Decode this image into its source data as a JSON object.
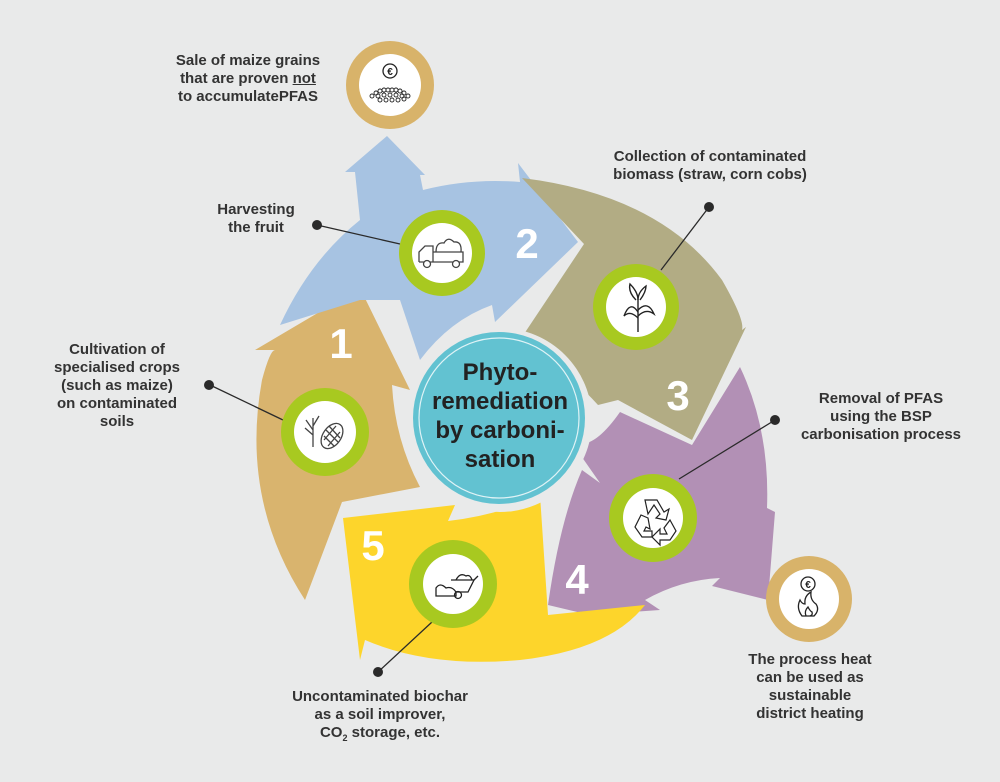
{
  "title": "Phyto-remediation by carbonisation",
  "colors": {
    "background": "#e9eaea",
    "step1": "#d9b46e",
    "step2": "#a7c3e2",
    "step3": "#b2ac84",
    "step4": "#b290b5",
    "step5": "#fdd52b",
    "center": "#62c2d1",
    "icon_ring_green": "#a8c920",
    "output_ring_gold": "#d8b36a",
    "text": "#333333"
  },
  "center": {
    "lines": [
      "Phyto-",
      "remediation",
      "by carboni-",
      "sation"
    ]
  },
  "steps": [
    {
      "number": "1",
      "icon": "maize-crop-icon",
      "label_lines": [
        "Cultivation of",
        "specialised crops",
        "(such as maize)",
        "on contaminated",
        "soils"
      ]
    },
    {
      "number": "2",
      "icon": "harvest-truck-icon",
      "label_lines": [
        "Harvesting",
        "the fruit"
      ]
    },
    {
      "number": "3",
      "icon": "maize-plant-icon",
      "label_lines": [
        "Collection of contaminated",
        "biomass (straw, corn cobs)"
      ]
    },
    {
      "number": "4",
      "icon": "recycle-icon",
      "label_lines": [
        "Removal of PFAS",
        "using the BSP",
        "carbonisation process"
      ]
    },
    {
      "number": "5",
      "icon": "wheelbarrow-soil-icon",
      "label_lines": [
        "Uncontaminated biochar",
        "as a soil improver,",
        "CO",
        "2",
        " storage, etc."
      ]
    }
  ],
  "outputs": [
    {
      "icon": "euro-grains-icon",
      "label_lines": [
        "Sale of maize grains",
        "that are proven ",
        "not",
        "to accumulatePFAS"
      ]
    },
    {
      "icon": "euro-flame-icon",
      "label_lines": [
        "The process heat",
        "can be used as",
        "sustainable",
        "district heating"
      ]
    }
  ]
}
